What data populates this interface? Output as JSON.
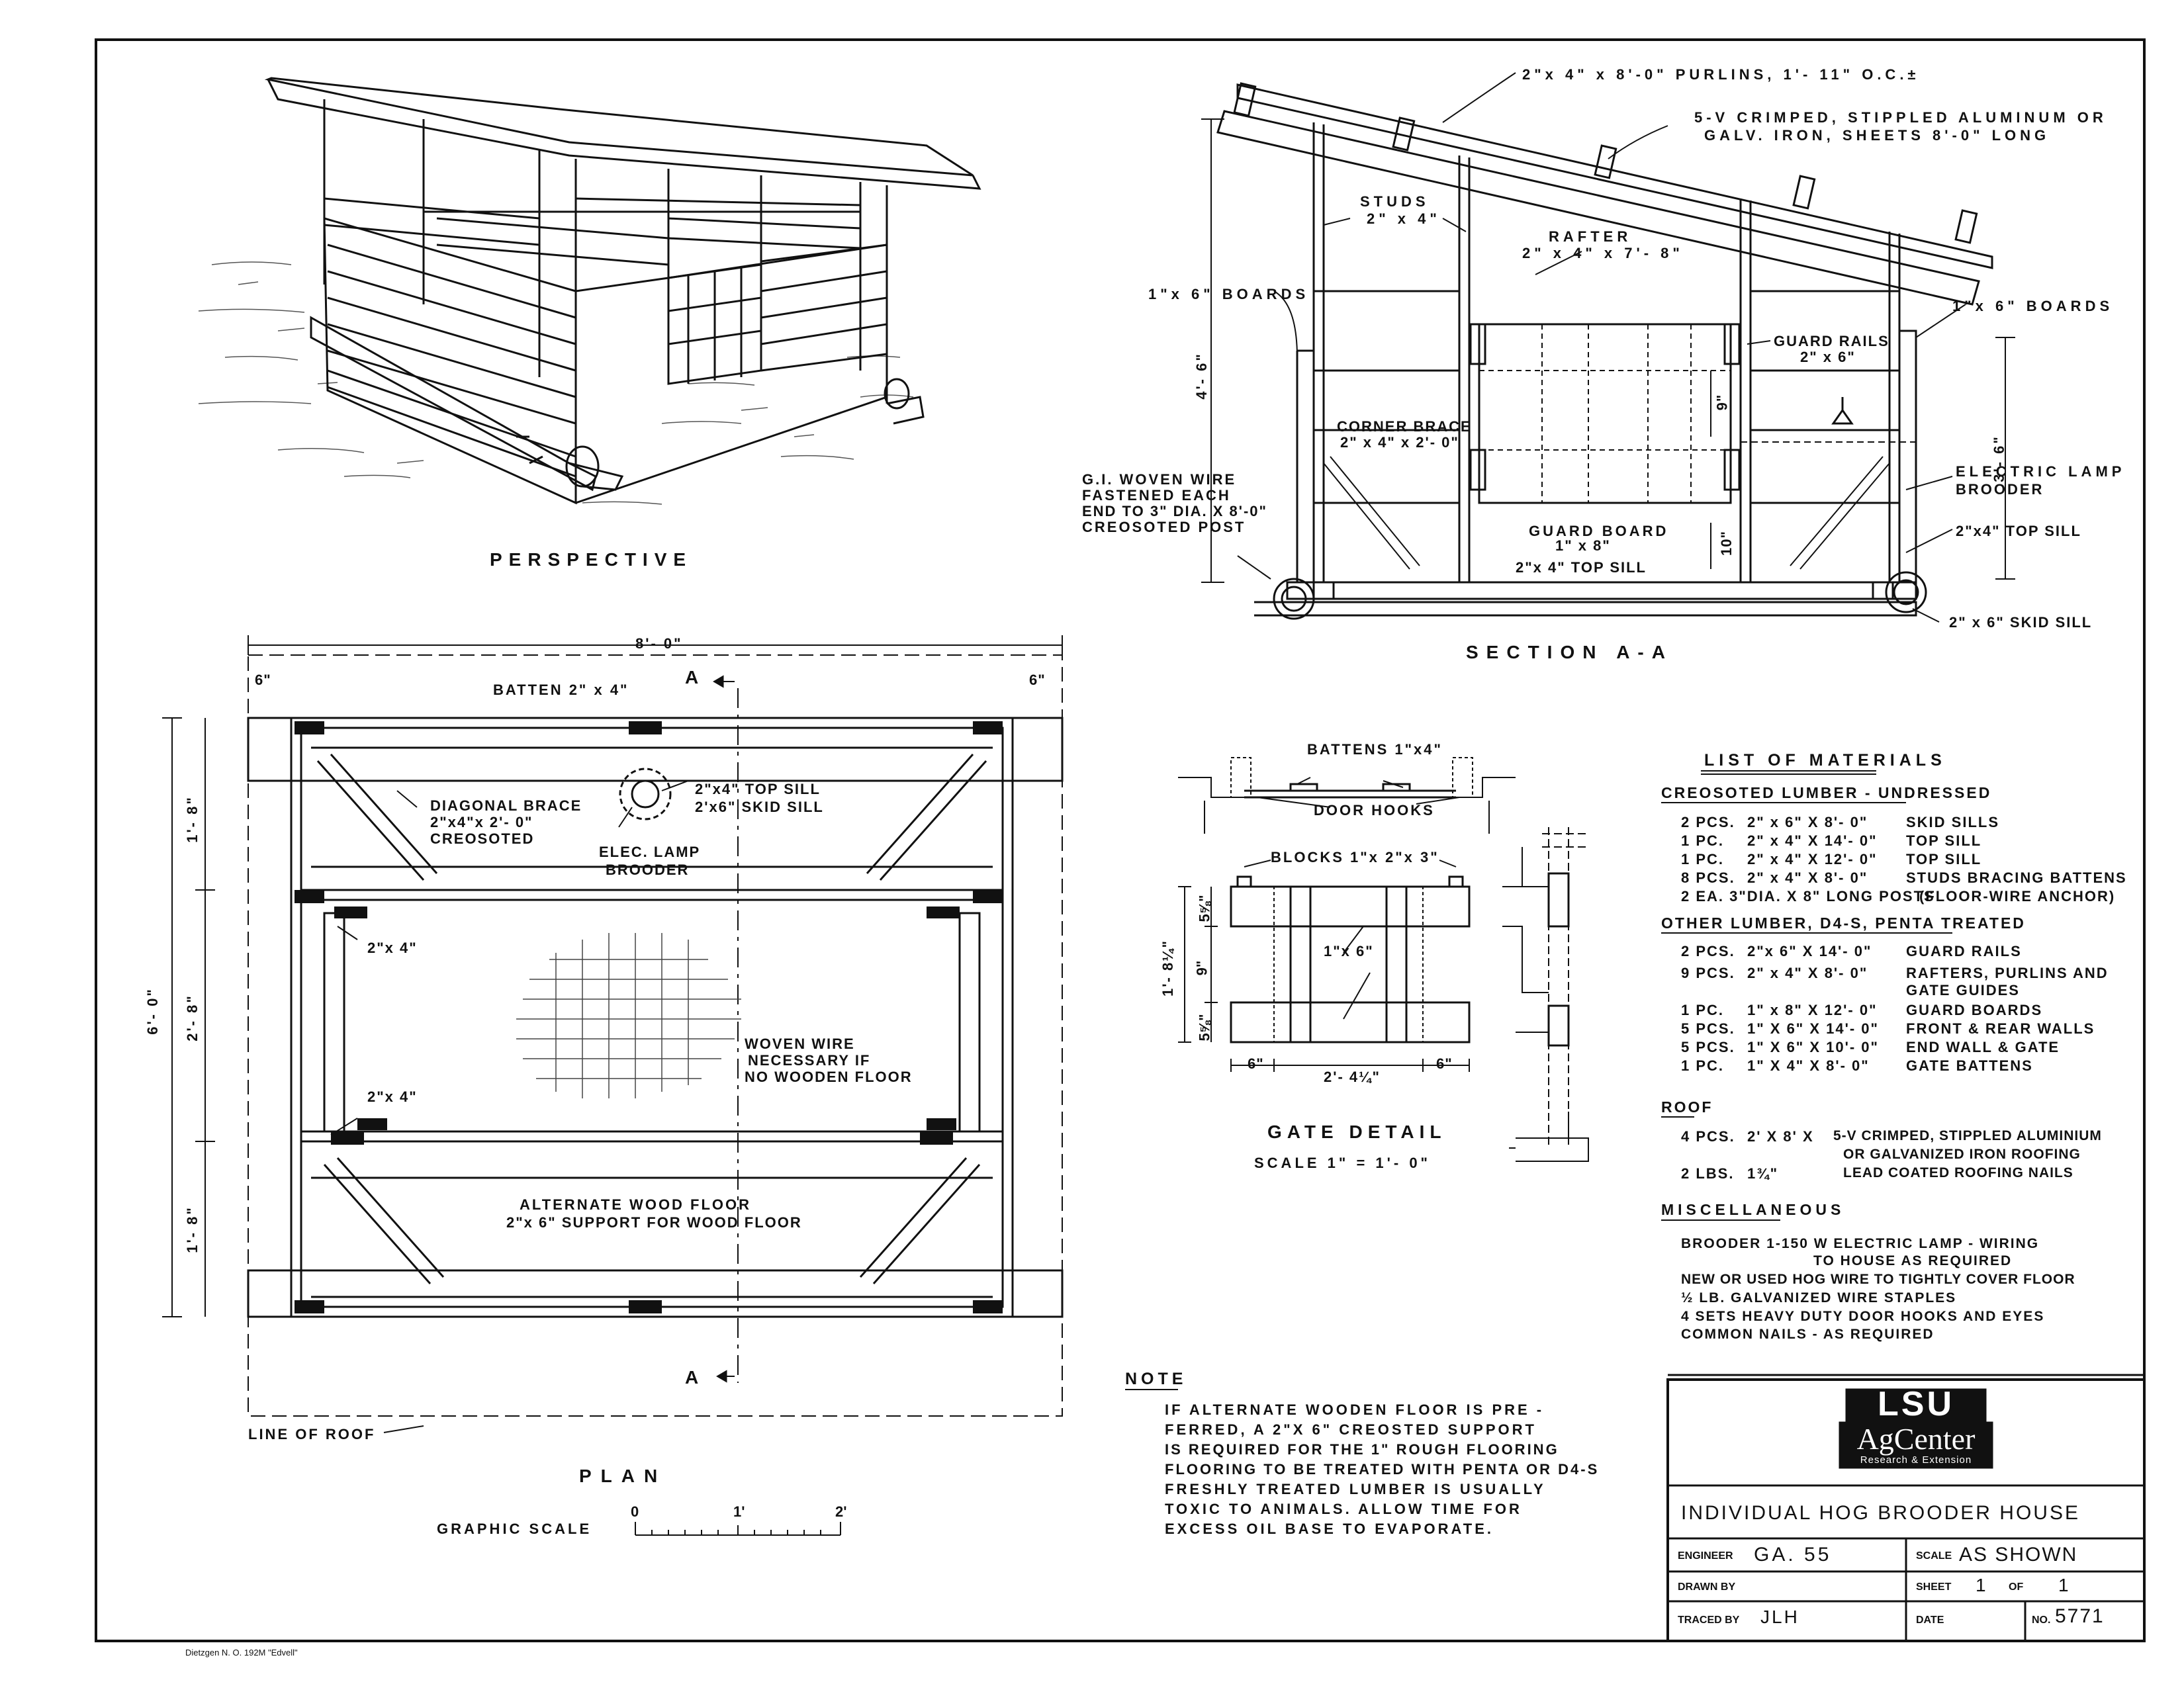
{
  "perspective": {
    "title": "PERSPECTIVE"
  },
  "section": {
    "title": "SECTION  A-A",
    "purlins": "2\"x 4\" x 8'-0\"  PURLINS, 1'- 11\" O.C.±",
    "roofing_1": "5-V CRIMPED, STIPPLED ALUMINUM OR",
    "roofing_2": "GALV. IRON, SHEETS 8'-0\" LONG",
    "studs_1": "STUDS",
    "studs_2": "2\" x 4\"",
    "rafter_1": "RAFTER",
    "rafter_2": "2\" x 4\" x 7'- 8\"",
    "boards_left": "1\"x 6\"  BOARDS",
    "boards_right": "1\"x 6\"  BOARDS",
    "guard_rails_1": "GUARD RAILS",
    "guard_rails_2": "2\" x 6\"",
    "corner_brace_1": "CORNER BRACE",
    "corner_brace_2": "2\" x 4\" x 2'- 0\"",
    "wire_1": "G.I. WOVEN   WIRE",
    "wire_2": "FASTENED   EACH",
    "wire_3": "END TO 3\" DIA. X 8'-0\"",
    "wire_4": "CREOSOTED   POST",
    "lamp_1": "ELECTRIC  LAMP",
    "lamp_2": "BROODER",
    "guard_board_1": "GUARD  BOARD",
    "guard_board_2": "1\" x 8\"",
    "top_sill_center": "2\"x 4\" TOP SILL",
    "top_sill_right": "2\"x4\"  TOP SILL",
    "skid_sill": "2\" x 6\"  SKID SILL",
    "dim_left_height": "4'- 6\"",
    "dim_right_height": "3'- 6\"",
    "dim_9": "9\"",
    "dim_10": "10\""
  },
  "plan": {
    "title": "PLAN",
    "scale_label": "GRAPHIC  SCALE",
    "scale_0": "0",
    "scale_1": "1'",
    "scale_2": "2'",
    "dim_width": "8'- 0\"",
    "dim_6_left": "6\"",
    "dim_6_right": "6\"",
    "dim_total": "6'- 0\"",
    "dim_1_8_top": "1'- 8\"",
    "dim_2_8": "2'- 8\"",
    "dim_1_8_bottom": "1'- 8\"",
    "batten": "BATTEN  2\" x 4\"",
    "section_mark_top": "A",
    "section_mark_bottom": "A",
    "top_sill": "2\"x4\"  TOP SILL",
    "skid_sill": "2'x6\"  SKID SILL",
    "diag_1": "DIAGONAL BRACE",
    "diag_2": "2\"x4\"x 2'- 0\"",
    "diag_3": "CREOSOTED",
    "lamp_1": "ELEC. LAMP",
    "lamp_2": "BROODER",
    "two_by_four_a": "2\"x 4\"",
    "two_by_four_b": "2\"x 4\"",
    "woven_1": "WOVEN  WIRE",
    "woven_2": "NECESSARY  IF",
    "woven_3": "NO WOODEN FLOOR",
    "alt_1": "ALTERNATE  WOOD  FLOOR",
    "alt_2": "2\"x 6\"  SUPPORT  FOR  WOOD  FLOOR",
    "line_of_roof": "LINE  OF  ROOF"
  },
  "gate": {
    "title": "GATE  DETAIL",
    "scale": "SCALE  1\" = 1'- 0\"",
    "battens": "BATTENS 1\"x4\"",
    "door_hooks": "DOOR HOOKS",
    "blocks": "BLOCKS  1\"x 2\"x 3\"",
    "board": "1\"x 6\"",
    "dim_6_left": "6\"",
    "dim_mid": "2'- 4¼\"",
    "dim_6_right": "6\"",
    "dim_height": "1'- 8¼\"",
    "dim_top": "5⅝\"",
    "dim_9": "9\"",
    "dim_bottom": "5⅝\""
  },
  "materials": {
    "title": "LIST  OF  MATERIALS",
    "creosoted": {
      "heading": "CREOSOTED  LUMBER - UNDRESSED",
      "rows": [
        {
          "qty": "2  PCS.",
          "size": "2\" x 6\"  X  8'- 0\"",
          "desc": "SKID  SILLS"
        },
        {
          "qty": "1  PC.",
          "size": "2\" x 4\"  X  14'- 0\"",
          "desc": "TOP  SILL"
        },
        {
          "qty": "1  PC.",
          "size": "2\" x 4\"  X  12'- 0\"",
          "desc": "TOP  SILL"
        },
        {
          "qty": "8  PCS.",
          "size": "2\" x 4\"  X  8'- 0\"",
          "desc": "STUDS BRACING BATTENS"
        },
        {
          "qty": "2  EA. 3\"DIA. X 8\" LONG POSTS",
          "size": "",
          "desc": "(FLOOR-WIRE ANCHOR)"
        }
      ]
    },
    "other": {
      "heading": "OTHER  LUMBER,  D4-S,  PENTA  TREATED",
      "rows": [
        {
          "qty": "2  PCS.",
          "size": "2\"x 6\"  X  14'- 0\"",
          "desc": "GUARD  RAILS"
        },
        {
          "qty": "9  PCS.",
          "size": "2\" x 4\"  X  8'- 0\"",
          "desc": "RAFTERS, PURLINS AND"
        },
        {
          "qty": "",
          "size": "",
          "desc": "GATE  GUIDES"
        },
        {
          "qty": "1  PC.",
          "size": "1\" x 8\"  X  12'- 0\"",
          "desc": "GUARD  BOARDS"
        },
        {
          "qty": "5  PCS.",
          "size": "1\" X 6\"  X  14'- 0\"",
          "desc": "FRONT & REAR WALLS"
        },
        {
          "qty": "5  PCS.",
          "size": "1\" X 6\"  X  10'- 0\"",
          "desc": "END  WALL & GATE"
        },
        {
          "qty": "1  PC.",
          "size": "1\" X 4\"  X  8'- 0\"",
          "desc": "GATE  BATTENS"
        }
      ]
    },
    "roof": {
      "heading": "ROOF",
      "rows": [
        {
          "qty": "4  PCS.",
          "size": "2' X 8' X",
          "desc": "5-V CRIMPED, STIPPLED ALUMINIUM"
        },
        {
          "qty": "",
          "size": "",
          "desc": "OR GALVANIZED IRON ROOFING"
        },
        {
          "qty": "2  LBS.",
          "size": "1¾\"",
          "desc": "LEAD COATED ROOFING NAILS"
        }
      ]
    },
    "misc": {
      "heading": "MISCELLANEOUS",
      "lines": [
        "BROODER   1-150 W  ELECTRIC LAMP - WIRING",
        "TO HOUSE AS REQUIRED",
        "NEW OR USED HOG WIRE TO TIGHTLY COVER FLOOR",
        "½ LB.  GALVANIZED  WIRE STAPLES",
        "4 SETS HEAVY DUTY DOOR HOOKS AND EYES",
        "COMMON  NAILS - AS  REQUIRED"
      ]
    }
  },
  "note": {
    "title": "NOTE",
    "lines": [
      "IF ALTERNATE  WOODEN  FLOOR IS  PRE -",
      "FERRED, A 2\"X 6\" CREOSTED  SUPPORT",
      "IS REQUIRED  FOR THE 1\" ROUGH FLOORING",
      "FLOORING TO BE TREATED WITH PENTA OR D4-S",
      "FRESHLY  TREATED  LUMBER  IS USUALLY",
      "TOXIC TO ANIMALS.  ALLOW TIME FOR",
      "EXCESS OIL BASE TO EVAPORATE."
    ]
  },
  "title_block": {
    "logo_top": "LSU",
    "logo_mid": "AgCenter",
    "logo_sub": "Research & Extension",
    "drawing_title": "INDIVIDUAL   HOG   BROODER  HOUSE",
    "engineer_label": "ENGINEER",
    "engineer_value": "GA.  55",
    "scale_label": "SCALE",
    "scale_value": "AS  SHOWN",
    "drawn_label": "DRAWN BY",
    "sheet_label": "SHEET",
    "sheet_value": "1",
    "of_label": "OF",
    "of_value": "1",
    "traced_label": "TRACED BY",
    "traced_value": "JLH",
    "date_label": "DATE",
    "no_label": "NO.",
    "no_value": "5771"
  },
  "footer": {
    "paper": "Dietzgen N. O. 192M \"Edvell\""
  }
}
